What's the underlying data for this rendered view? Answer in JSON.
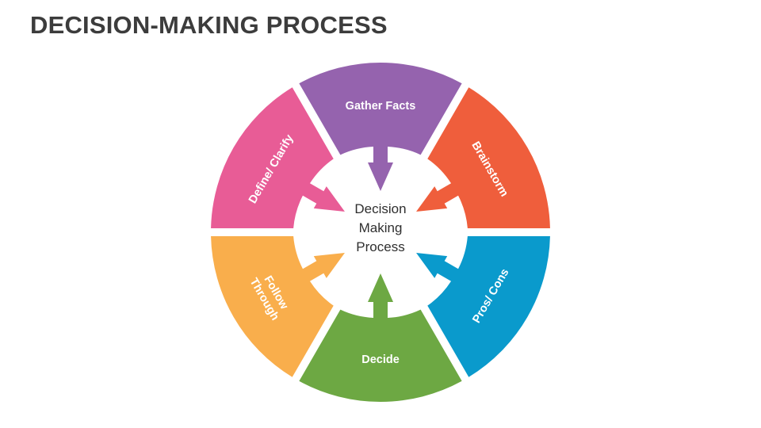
{
  "title": "DECISION-MAKING PROCESS",
  "center": {
    "lines": [
      "Decision",
      "Making",
      "Process"
    ]
  },
  "segments": [
    {
      "lines": [
        "Gather Facts"
      ],
      "color": "#9563AE"
    },
    {
      "lines": [
        "Brainstorm"
      ],
      "color": "#EF5E3C"
    },
    {
      "lines": [
        "Pros/ Cons"
      ],
      "color": "#0A9ACC"
    },
    {
      "lines": [
        "Decide"
      ],
      "color": "#6DA843"
    },
    {
      "lines": [
        "Follow",
        "Through"
      ],
      "color": "#F9AE4C"
    },
    {
      "lines": [
        "Define/ Clarify"
      ],
      "color": "#E85C96"
    }
  ]
}
